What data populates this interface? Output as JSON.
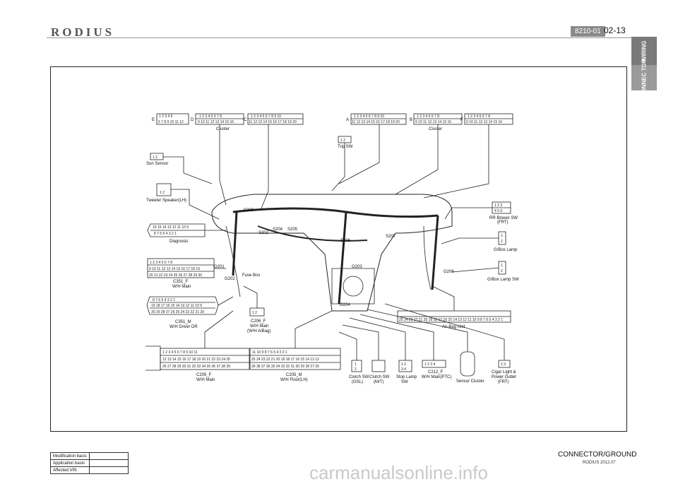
{
  "header": {
    "brand": "RODIUS",
    "code": "8210-01",
    "page": "02-13"
  },
  "tabs": [
    "WIRING",
    "CONNEC TOR"
  ],
  "labels": {
    "cluster_left": "Cluster",
    "cluster_right": "Cluster",
    "trip_sw": "Trip SW",
    "sun_sensor": "Sun Sensor",
    "tweeter": "Tweeter Speaker(LH)",
    "diagnosis": "Diagnosis",
    "c351f": "C351_F",
    "c351f2": "W/H Main",
    "c351m": "C351_M",
    "c351m2": "W/H Driver DR",
    "c206f": "C206_F",
    "c206f2": "W/H Main",
    "c206f3": "(W/H A/Bag)",
    "c205f": "C205_F",
    "c205f2": "W/H Main",
    "c205m": "C205_M",
    "c205m2": "W/H Floor(LH)",
    "clutch_gsl": "Clutch SW",
    "clutch_gsl2": "(GSL)",
    "clutch_mt": "Clutch SW",
    "clutch_mt2": "(M/T)",
    "stop_lamp": "Stop Lamp",
    "stop_lamp2": "SW",
    "c212f": "C212_F",
    "c212f2": "W/H Main(PTC)",
    "sensor_cluster": "Sensor Cluster",
    "cigar": "Cigar Light &",
    "cigar2": "Power Outlet",
    "cigar3": "(FRT)",
    "airbag": "Air-Bag Unit",
    "rr_blower": "RR Blower SW",
    "rr_blower2": "(FRT)",
    "gbox": "G/Box Lamp",
    "gbox_sw": "G/Box Lamp SW",
    "fuse": "Fuse Box",
    "g201": "G201",
    "g202": "G202",
    "g203": "G203",
    "g204": "G204",
    "g206": "G206",
    "s202": "S202",
    "s203": "S203",
    "s204": "S204",
    "s205": "S205",
    "s206": "S206",
    "s207": "S207",
    "E": "E",
    "D": "D",
    "C": "C",
    "A": "A",
    "B": "B",
    "F": "F"
  },
  "footer": {
    "title": "CONNECTOR/GROUND",
    "sub": "RODIUS 2012.07",
    "rows": [
      "Modification basis",
      "Application basis",
      "Affected VIN"
    ]
  },
  "watermark": "carmanualsonline.info"
}
